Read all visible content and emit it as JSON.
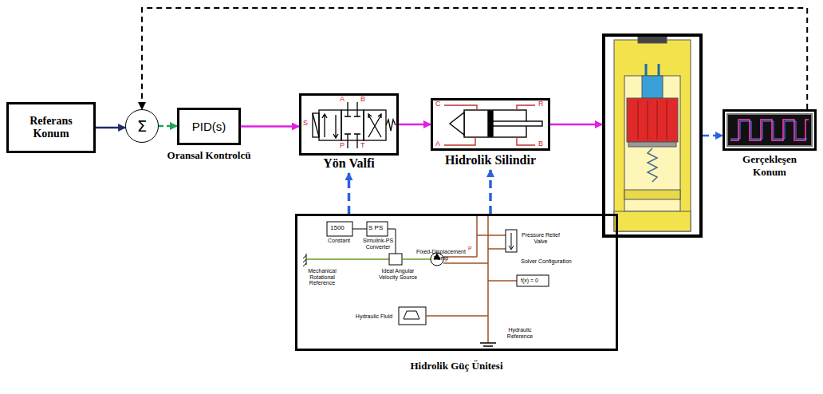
{
  "diagram": {
    "nodes": [
      {
        "text": [
          "Referans Konum"
        ]
      },
      {
        "text": [
          "Σ"
        ]
      },
      {
        "text": [
          "PID(s)",
          "Oransal Kontrolcü"
        ]
      },
      {
        "text": [
          "Yön Valfi"
        ]
      },
      {
        "text": [
          "Hidrolik Silindir"
        ]
      },
      {
        "text": []
      },
      {
        "text": [
          "Gerçekleşen Konum"
        ]
      },
      {
        "text": [
          "Hidrolik Güç Ünitesi"
        ]
      }
    ],
    "edges": [
      {
        "from": 0,
        "to": 1,
        "arrow": "to"
      },
      {
        "from": 1,
        "to": 2,
        "arrow": "to"
      },
      {
        "from": 2,
        "to": 3,
        "arrow": "to"
      },
      {
        "from": 3,
        "to": 4,
        "arrow": "to"
      },
      {
        "from": 4,
        "to": 5,
        "arrow": "to"
      },
      {
        "from": 5,
        "to": 6,
        "arrow": "to"
      },
      {
        "from": 6,
        "to": 1,
        "arrow": "to"
      },
      {
        "from": 7,
        "to": 3,
        "arrow": "to"
      },
      {
        "from": 7,
        "to": 4,
        "arrow": "to"
      }
    ],
    "labels": [
      "S",
      "A",
      "P",
      "T",
      "B",
      "C",
      "A",
      "R",
      "B",
      "1500",
      "Constant",
      "S PS",
      "Simulink-PS Converter",
      "Mechanical Rotational Reference",
      "Ideal Angular Velocity Source",
      "Fixed-Displacement Pump",
      "P",
      "Pressure Relief Valve",
      "Solver Configuration",
      "f(x) = 0",
      "Hydraulic Fluid",
      "Hydraulic Reference"
    ]
  }
}
